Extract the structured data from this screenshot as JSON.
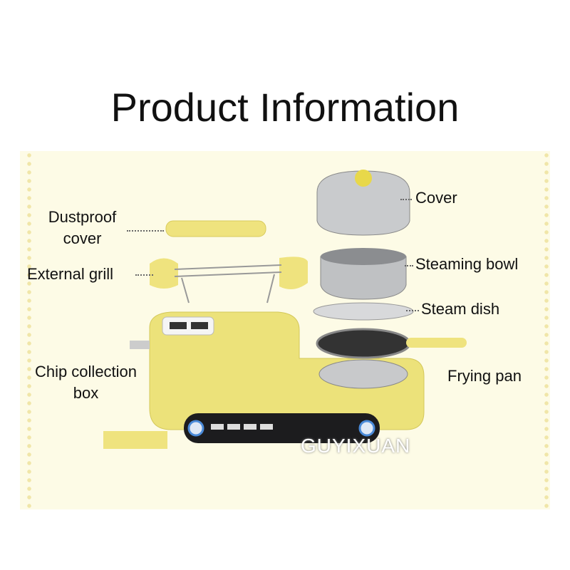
{
  "title": "Product Information",
  "labels": {
    "dustproof_cover": "Dustproof cover",
    "external_grill": "External grill",
    "chip_box": "Chip collection box",
    "cover": "Cover",
    "steaming_bowl": "Steaming bowl",
    "steam_dish": "Steam dish",
    "frying_pan": "Frying pan"
  },
  "watermark": "GUYIXUAN",
  "colors": {
    "body": "#ece27a",
    "panel_bg": "#fdfbe6",
    "steel": "#c8c9cb"
  }
}
